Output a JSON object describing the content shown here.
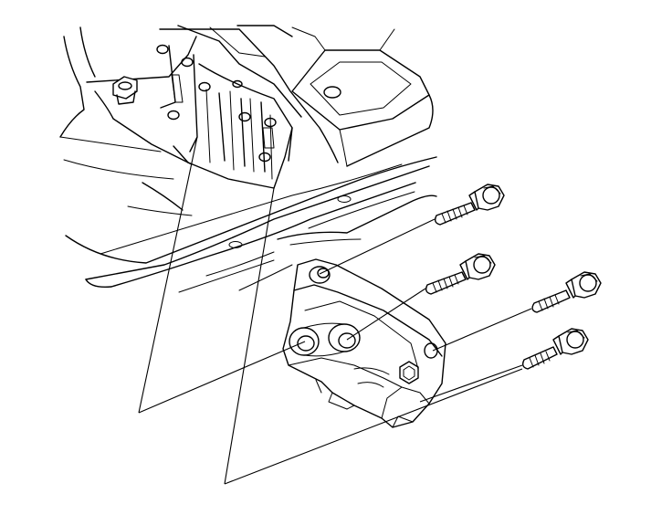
{
  "diagram": {
    "parts": [
      "body-frame",
      "engine-mount-bracket",
      "mount-bolt-1",
      "mount-bolt-2",
      "mount-bolt-3",
      "mount-bolt-4"
    ],
    "labels": []
  }
}
